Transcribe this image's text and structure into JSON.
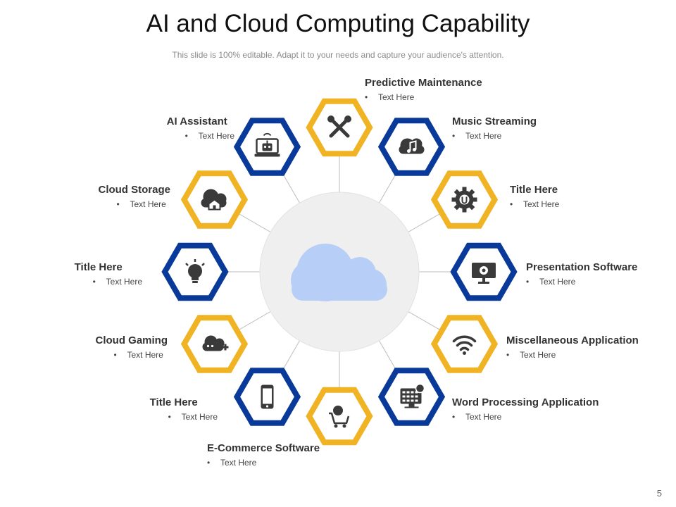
{
  "title": "AI and Cloud Computing Capability",
  "subtitle": "This slide is 100% editable. Adapt it to your needs and capture your audience's attention.",
  "page_number": "5",
  "colors": {
    "yellow": "#F0B323",
    "blue": "#0A3A99",
    "hub": "#EFEFEF",
    "cloud": "#B7CEF7",
    "icon": "#3A3A3A",
    "line": "#BDBDBD"
  },
  "center_icon": "cloud-icon",
  "items": [
    {
      "title": "Predictive Maintenance",
      "bullet": "Text Here",
      "icon": "tools-icon",
      "color": "yellow"
    },
    {
      "title": "Music Streaming",
      "bullet": "Text Here",
      "icon": "cloud-music-icon",
      "color": "blue"
    },
    {
      "title": "Title Here",
      "bullet": "Text Here",
      "icon": "gear-icon",
      "color": "yellow"
    },
    {
      "title": "Presentation Software",
      "bullet": "Text Here",
      "icon": "monitor-gear-icon",
      "color": "blue"
    },
    {
      "title": "Miscellaneous Application",
      "bullet": "Text Here",
      "icon": "wifi-icon",
      "color": "yellow"
    },
    {
      "title": "Word Processing Application",
      "bullet": "Text Here",
      "icon": "dashboard-icon",
      "color": "blue"
    },
    {
      "title": "E-Commerce Software",
      "bullet": "Text Here",
      "icon": "shopping-cart-icon",
      "color": "yellow"
    },
    {
      "title": "Title Here",
      "bullet": "Text Here",
      "icon": "smartphone-icon",
      "color": "blue"
    },
    {
      "title": "Cloud Gaming",
      "bullet": "Text Here",
      "icon": "cloud-gamepad-icon",
      "color": "yellow"
    },
    {
      "title": "Title Here",
      "bullet": "Text Here",
      "icon": "lightbulb-icon",
      "color": "blue"
    },
    {
      "title": "Cloud Storage",
      "bullet": "Text Here",
      "icon": "cloud-home-icon",
      "color": "yellow"
    },
    {
      "title": "AI Assistant",
      "bullet": "Text Here",
      "icon": "robot-laptop-icon",
      "color": "blue"
    }
  ]
}
